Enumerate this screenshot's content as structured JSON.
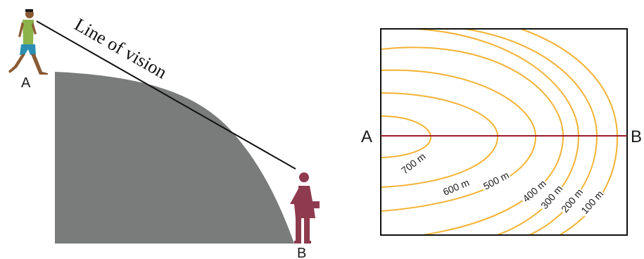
{
  "left_panel": {
    "line_of_vision_label": "Line of vision",
    "point_a_label": "A",
    "point_b_label": "B",
    "colors": {
      "hill": "#7a7b7b",
      "man_shirt": "#8bb34a",
      "man_shorts": "#2b8fb3",
      "man_skin": "#8a5a33",
      "woman": "#8e3a4f"
    }
  },
  "right_panel": {
    "point_a_label": "A",
    "point_b_label": "B",
    "contour_labels": [
      "700 m",
      "600 m",
      "500 m",
      "400 m",
      "300 m",
      "200 m",
      "100 m"
    ],
    "colors": {
      "contour": "#f2b233",
      "section_line": "#9b1b2a",
      "frame": "#111111"
    }
  }
}
